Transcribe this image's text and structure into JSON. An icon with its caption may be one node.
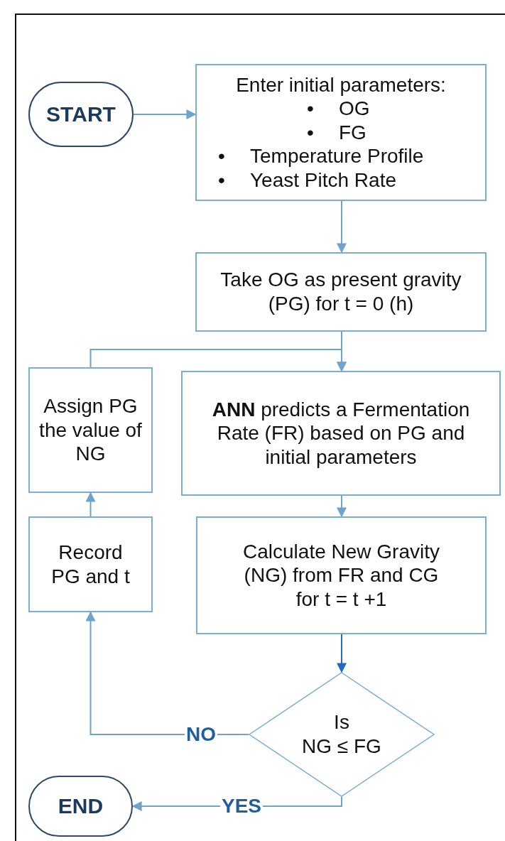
{
  "diagram": {
    "nodes": [
      {
        "text": [
          "START"
        ]
      },
      {
        "text": [
          "Enter initial parameters:",
          "•",
          "OG",
          "•",
          "FG",
          "•",
          "Temperature Profile",
          "•",
          "Yeast Pitch Rate"
        ]
      },
      {
        "text": [
          "Take OG as present gravity (PG) for t = 0 (h)"
        ]
      },
      {
        "text": [
          "**ANN** predicts a Fermentation Rate (FR) based on PG and initial parameters"
        ]
      },
      {
        "text": [
          "Calculate New Gravity (NG) from FR and CG for t = t +1"
        ]
      },
      {
        "text": [
          "Is",
          "NG ≤  FG"
        ]
      },
      {
        "text": [
          "Record PG and t"
        ]
      },
      {
        "text": [
          "Assign PG the value of NG"
        ]
      },
      {
        "text": [
          "END"
        ]
      }
    ],
    "edges": [
      {
        "from": 0,
        "to": 1,
        "arrow": "to"
      },
      {
        "from": 1,
        "to": 2,
        "arrow": "to"
      },
      {
        "from": 2,
        "to": 3,
        "arrow": "to"
      },
      {
        "from": 7,
        "to": 3,
        "arrow": "to"
      },
      {
        "from": 3,
        "to": 4,
        "arrow": "to"
      },
      {
        "from": 4,
        "to": 5,
        "arrow": "to",
        "color": "#1f6cc0"
      },
      {
        "from": 5,
        "to": 6,
        "arrow": "to",
        "label": "NO"
      },
      {
        "from": 6,
        "to": 7,
        "arrow": "to"
      },
      {
        "from": 5,
        "to": 8,
        "arrow": "to",
        "label": "YES"
      }
    ]
  }
}
